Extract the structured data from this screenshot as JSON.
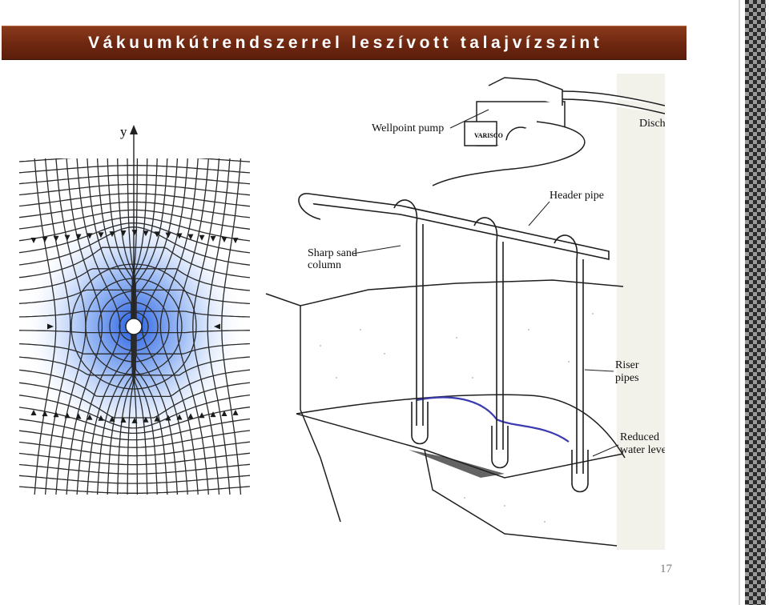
{
  "slide": {
    "title": "Vákuumkútrendszerrel leszívott talajvízszint",
    "page_number": "17"
  },
  "flow_net": {
    "axis_label": "y",
    "well_count": 1
  },
  "wellpoint_diagram": {
    "labels": {
      "pump": "Wellpoint pump",
      "discharge": "Disch",
      "header_pipe": "Header pipe",
      "sand_column_line1": "Sharp sand",
      "sand_column_line2": "column",
      "riser_line1": "Riser",
      "riser_line2": "pipes",
      "water_line1": "Reduced",
      "water_line2": "water level",
      "brand": "VARISCO"
    },
    "riser_count": 3
  },
  "colors": {
    "title_bar": "#6e2710",
    "water_line": "#3b3bb0",
    "flow_blue": "#2f6fe0"
  }
}
